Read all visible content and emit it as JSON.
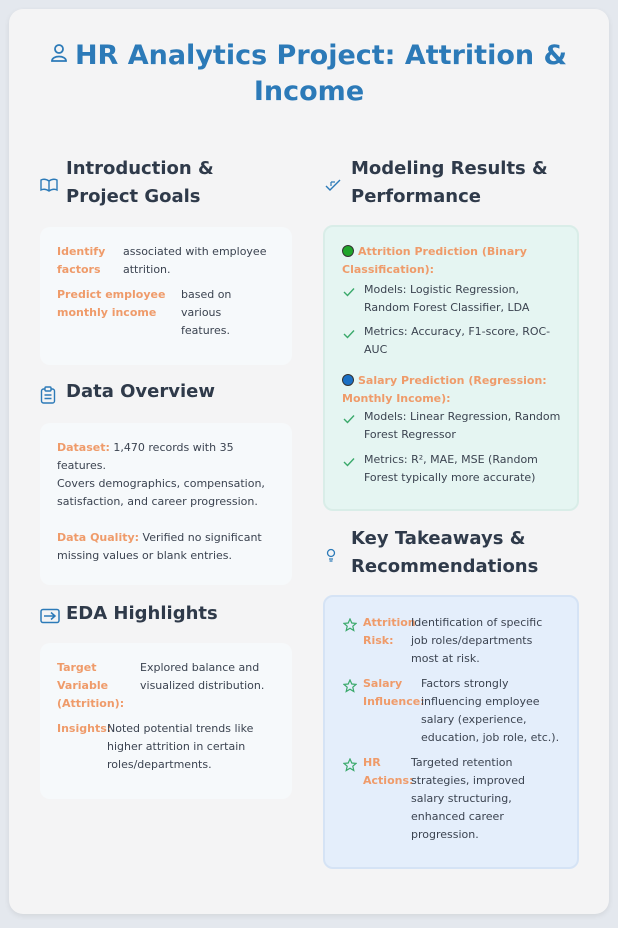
{
  "title": "HR Analytics Project: Attrition & Income",
  "intro": {
    "heading": "Introduction & Project Goals",
    "items": [
      {
        "label": "Identify factors",
        "text": "associated with employee attrition."
      },
      {
        "label": "Predict employee monthly income",
        "text": "based on various features."
      }
    ]
  },
  "data_overview": {
    "heading": "Data Overview",
    "dataset_label": "Dataset:",
    "dataset_text": "1,470 records with 35 features.",
    "covers_text": "Covers demographics, compensation, satisfaction, and career progression.",
    "quality_label": "Data Quality:",
    "quality_text": "Verified no significant missing values or blank entries."
  },
  "eda": {
    "heading": "EDA Highlights",
    "items": [
      {
        "label": "Target Variable (Attrition):",
        "text": "Explored balance and visualized distribution."
      },
      {
        "label": "Insights:",
        "text": "Noted potential trends like higher attrition in certain roles/departments."
      }
    ]
  },
  "modeling": {
    "heading": "Modeling Results & Performance",
    "attrition": {
      "title": "Attrition Prediction (Binary Classification):",
      "dot_color": "#1fa52b",
      "models": "Models: Logistic Regression, Random Forest Classifier, LDA",
      "metrics": "Metrics: Accuracy, F1-score, ROC-AUC"
    },
    "salary": {
      "title": "Salary Prediction (Regression: Monthly Income):",
      "dot_color": "#1a6fc4",
      "models": "Models: Linear Regression, Random Forest Regressor",
      "metrics": "Metrics: R², MAE, MSE (Random Forest typically more accurate)"
    }
  },
  "takeaways": {
    "heading": "Key Takeaways & Recommendations",
    "items": [
      {
        "label": "Attrition Risk:",
        "text": "Identification of specific job roles/departments most at risk."
      },
      {
        "label": "Salary Influence:",
        "text": "Factors strongly influencing employee salary (experience, education, job role, etc.)."
      },
      {
        "label": "HR Actions:",
        "text": "Targeted retention strategies, improved salary structuring, enhanced career progression."
      }
    ]
  },
  "colors": {
    "accent": "#2c7ab8",
    "label": "#ef9b6a",
    "check": "#3aa96b"
  }
}
